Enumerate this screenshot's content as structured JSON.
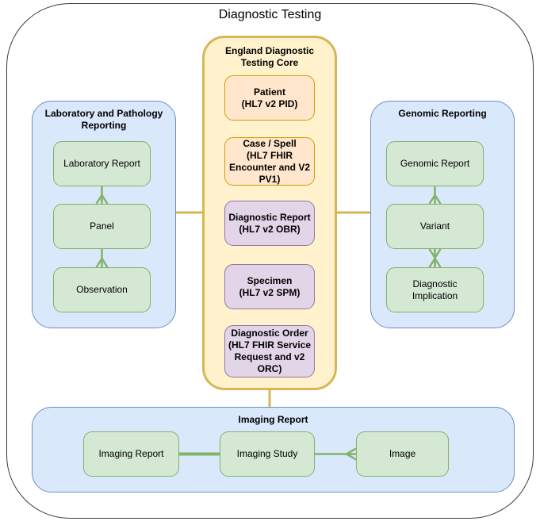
{
  "diagram_title": "Diagnostic Testing",
  "palette": {
    "outer_stroke": "#3A3A3A",
    "core_fill": "#FFF2CC",
    "core_stroke": "#D6B656",
    "orange_fill": "#FFE6CC",
    "orange_stroke": "#D79B00",
    "purple_fill": "#E1D5E7",
    "purple_stroke": "#9673A6",
    "group_fill": "#DAE8FC",
    "group_stroke": "#6C8EBF",
    "entity_fill": "#D5E8D4",
    "entity_stroke": "#82B366"
  },
  "core": {
    "title": "England Diagnostic\nTesting Core",
    "nodes": [
      {
        "label": "Patient\n(HL7 v2 PID)"
      },
      {
        "label": "Case / Spell\n(HL7 FHIR\nEncounter and V2\nPV1)"
      },
      {
        "label": "Diagnostic Report\n(HL7 v2 OBR)"
      },
      {
        "label": "Specimen\n(HL7 v2 SPM)"
      },
      {
        "label": "Diagnostic Order\n(HL7 FHIR Service\nRequest and v2\nORC)"
      }
    ]
  },
  "laboratory": {
    "title": "Laboratory and Pathology\nReporting",
    "nodes": [
      {
        "label": "Laboratory Report"
      },
      {
        "label": "Panel"
      },
      {
        "label": "Observation"
      }
    ]
  },
  "genomic": {
    "title": "Genomic Reporting",
    "nodes": [
      {
        "label": "Genomic Report"
      },
      {
        "label": "Variant"
      },
      {
        "label": "Diagnostic\nImplication"
      }
    ]
  },
  "imaging": {
    "title": "Imaging Report",
    "nodes": [
      {
        "label": "Imaging Report"
      },
      {
        "label": "Imaging Study"
      },
      {
        "label": "Image"
      }
    ]
  },
  "relationships": [
    {
      "from": "Laboratory Report",
      "to": "Panel",
      "style": "one-to-many"
    },
    {
      "from": "Panel",
      "to": "Observation",
      "style": "one-to-many"
    },
    {
      "from": "Genomic Report",
      "to": "Variant",
      "style": "one-to-many"
    },
    {
      "from": "Variant",
      "to": "Diagnostic Implication",
      "style": "many-to-many"
    },
    {
      "from": "Imaging Report",
      "to": "Imaging Study",
      "style": "link"
    },
    {
      "from": "Imaging Study",
      "to": "Image",
      "style": "one-to-many"
    },
    {
      "from": "England Diagnostic Testing Core",
      "to": "Laboratory and Pathology Reporting",
      "style": "link"
    },
    {
      "from": "England Diagnostic Testing Core",
      "to": "Genomic Reporting",
      "style": "link"
    },
    {
      "from": "England Diagnostic Testing Core",
      "to": "Imaging Report",
      "style": "link"
    }
  ]
}
